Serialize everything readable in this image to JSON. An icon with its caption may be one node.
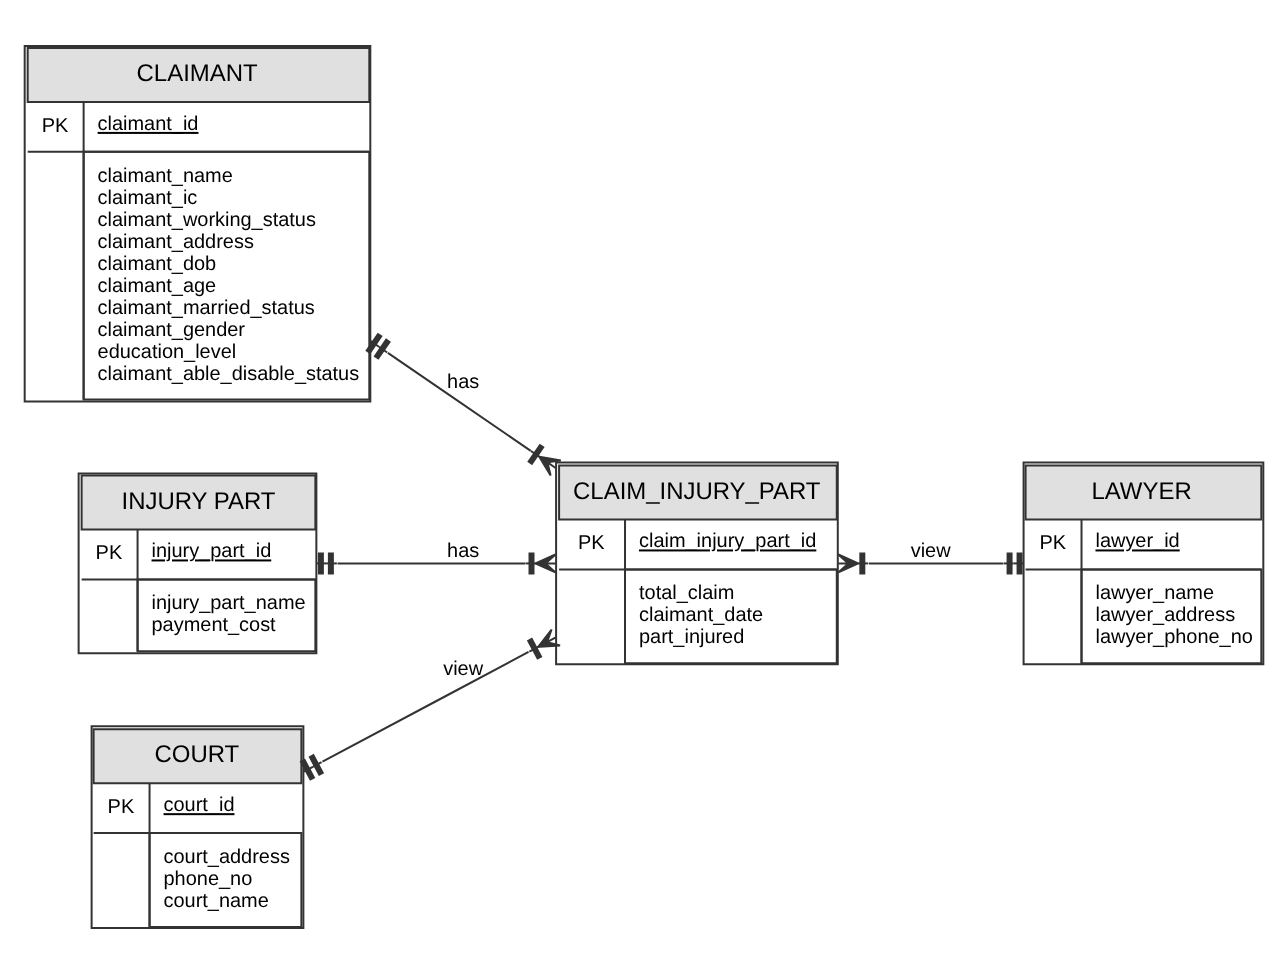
{
  "diagram": {
    "nodes": [
      {
        "text": [
          "CLAIMANT",
          "PK",
          "claimant_id",
          "claimant_name",
          "claimant_ic",
          "claimant_working_status",
          "claimant_address",
          "claimant_dob",
          "claimant_age",
          "claimant_married_status",
          "claimant_gender",
          "education_level",
          "claimant_able_disable_status"
        ]
      },
      {
        "text": [
          "INJURY PART",
          "PK",
          "injury_part_id",
          "injury_part_name",
          "payment_cost"
        ]
      },
      {
        "text": [
          "COURT",
          "PK",
          "court_id",
          "court_address",
          "phone_no",
          "court_name"
        ]
      },
      {
        "text": [
          "CLAIM_INJURY_PART",
          "PK",
          "claim_injury_part_id",
          "total_claim",
          "claimant_date",
          "part_injured"
        ]
      },
      {
        "text": [
          "LAWYER",
          "PK",
          "lawyer_id",
          "lawyer_name",
          "lawyer_address",
          "lawyer_phone_no"
        ]
      }
    ],
    "edges": [
      {
        "from": 0,
        "to": 3,
        "arrow": "other",
        "label": "has"
      },
      {
        "from": 1,
        "to": 3,
        "arrow": "other",
        "label": "has"
      },
      {
        "from": 2,
        "to": 3,
        "arrow": "other",
        "label": "view"
      },
      {
        "from": 3,
        "to": 4,
        "arrow": "other",
        "label": "view"
      }
    ]
  }
}
